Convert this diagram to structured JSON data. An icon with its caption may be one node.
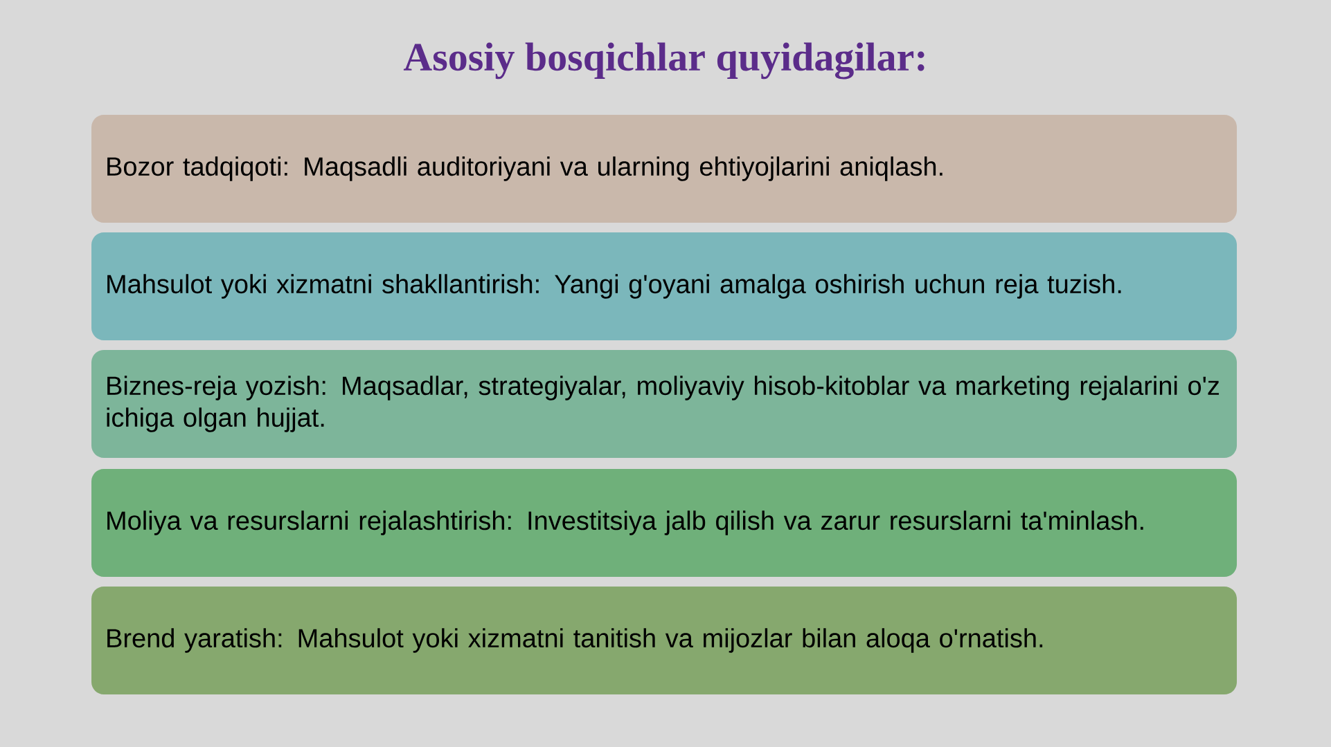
{
  "diagram": {
    "title": "Asosiy bosqichlar quyidagilar:",
    "nodes": [
      {
        "text": [
          "Bozor tadqiqoti: Maqsadli auditoriyani va ularning ehtiyojlarini aniqlash."
        ]
      },
      {
        "text": [
          "Mahsulot yoki xizmatni shakllantirish: Yangi g'oyani amalga oshirish uchun reja tuzish."
        ]
      },
      {
        "text": [
          "Biznes-reja yozish: Maqsadlar, strategiyalar, moliyaviy hisob-kitoblar va marketing rejalarini o'z ichiga olgan hujjat."
        ]
      },
      {
        "text": [
          "Moliya va resurslarni rejalashtirish: Investitsiya jalb qilish va zarur resurslarni ta'minlash."
        ]
      },
      {
        "text": [
          "Brend yaratish: Mahsulot yoki xizmatni tanitish va mijozlar bilan aloqa o'rnatish."
        ]
      }
    ]
  }
}
